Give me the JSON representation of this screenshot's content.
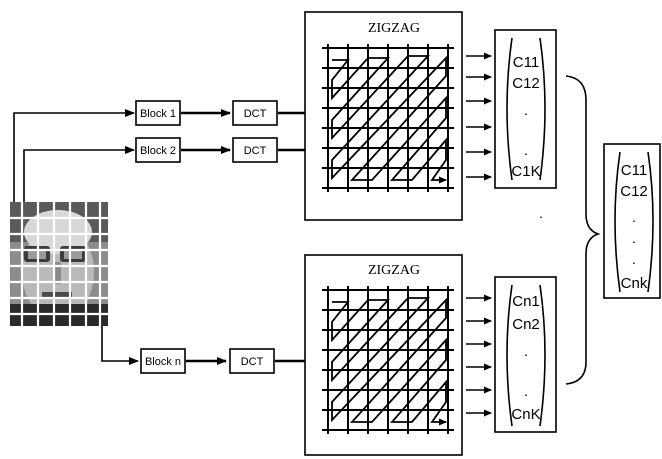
{
  "blocks": [
    {
      "block_label": "Block 1",
      "dct_label": "DCT"
    },
    {
      "block_label": "Block 2",
      "dct_label": "DCT"
    },
    {
      "block_label": "Block n",
      "dct_label": "DCT"
    }
  ],
  "zigzag_panels": [
    {
      "title": "ZIGZAG"
    },
    {
      "title": "ZIGZAG"
    }
  ],
  "coefficient_vectors": [
    {
      "first": "C11",
      "second": "C12",
      "last": "C1K"
    },
    {
      "first": "Cn1",
      "second": "Cn2",
      "last": "CnK"
    }
  ],
  "combined_vector": {
    "first": "C11",
    "second": "C12",
    "last": "Cnk"
  },
  "ellipsis": "."
}
